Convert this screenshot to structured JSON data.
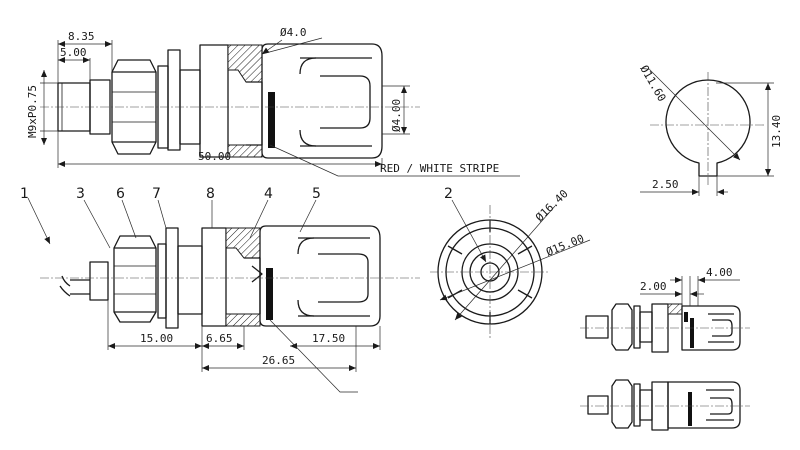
{
  "drawing": {
    "top_view": {
      "dims": [
        "8.35",
        "5.00",
        "M9xP0.75",
        "50.00",
        "Ø4.0",
        "Ø4.00"
      ],
      "note": "RED / WHITE STRIPE"
    },
    "main_view": {
      "callouts": [
        "1",
        "3",
        "6",
        "7",
        "8",
        "4",
        "5"
      ],
      "dims": [
        "15.00",
        "6.65",
        "17.50",
        "26.65"
      ]
    },
    "front_view": {
      "callout": "2",
      "dims": [
        "Ø16.40",
        "Ø15.00"
      ]
    },
    "panel_cutout": {
      "dims": [
        "Ø11.60",
        "13.40",
        "2.50"
      ]
    },
    "variant_views": {
      "dims": [
        "2.00",
        "4.00"
      ]
    }
  }
}
